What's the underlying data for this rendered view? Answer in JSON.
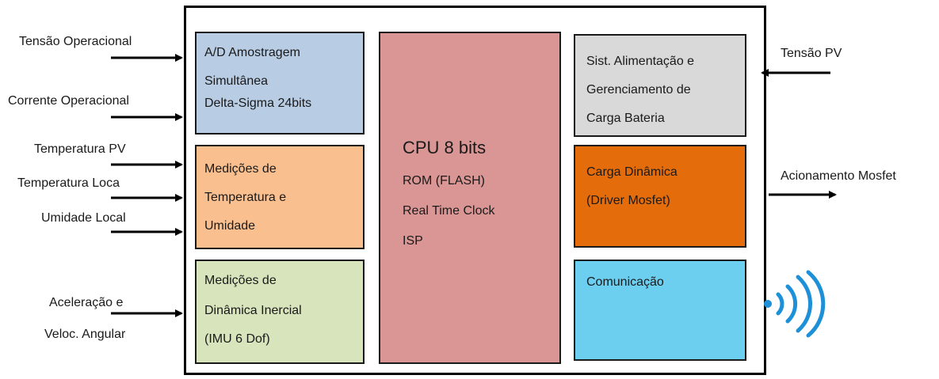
{
  "inputs": {
    "tensao_operacional": "Tensão Operacional",
    "corrente_operacional": "Corrente Operacional",
    "temperatura_pv": "Temperatura PV",
    "temperatura_loca": "Temperatura Loca",
    "umidade_local": "Umidade Local",
    "aceleracao_line1": "Aceleração  e",
    "aceleracao_line2": "Veloc. Angular",
    "tensao_pv": "Tensão PV"
  },
  "outputs": {
    "acionamento": "Acionamento Mosfet"
  },
  "blocks": {
    "ad": {
      "lines": [
        "A/D Amostragem",
        "Simultânea",
        "Delta-Sigma 24bits"
      ],
      "color": "#b8cce4"
    },
    "temp": {
      "lines": [
        "Medições de",
        "Temperatura e",
        "Umidade"
      ],
      "color": "#fabf8f"
    },
    "imu": {
      "lines": [
        "Medições de",
        "Dinâmica Inercial",
        "(IMU 6 Dof)"
      ],
      "color": "#d7e4bc"
    },
    "cpu": {
      "title": "CPU 8 bits",
      "lines": [
        "ROM (FLASH)",
        "Real Time Clock",
        "ISP"
      ],
      "color": "#da9694"
    },
    "alim": {
      "lines": [
        "Sist. Alimentação e",
        "Gerenciamento de",
        "Carga Bateria"
      ],
      "color": "#d9d9d9"
    },
    "carga": {
      "lines": [
        "Carga Dinâmica",
        "(Driver Mosfet)"
      ],
      "color": "#e46c0a"
    },
    "com": {
      "lines": [
        "Comunicação"
      ],
      "color": "#6dcff0"
    }
  },
  "icons": {
    "wireless": "wifi-signal-icon",
    "wireless_color": "#1e90d8"
  }
}
